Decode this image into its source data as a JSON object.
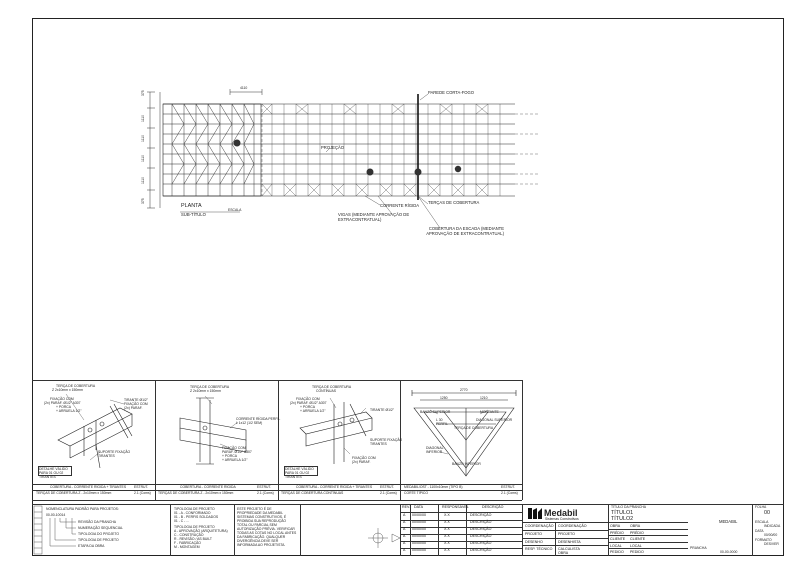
{
  "plan": {
    "dim_left": [
      "375",
      "1110",
      "1110",
      "1110",
      "1110",
      "375"
    ],
    "dim_top": "4110",
    "label_wall": "PAREDE CORTA-FOGO",
    "label_skylight": "PROJEÇÃO",
    "label_rigid_brace": "CORRENTE RÍGIDA",
    "label_purlins": "TERÇAS DE COBERTURA",
    "label_beams": "VIGAS (MEDIANTE APROVAÇÃO DE EXTRACONTRATUAL)",
    "label_roof": "COBERTURA DA ESCADA (MEDIANTE APROVAÇÃO DE EXTRACONTRATUAL)",
    "title": "PLANTA",
    "subtitle": "SUB-TÍTULO",
    "scale": "ESCALA"
  },
  "details": [
    {
      "callouts": [
        "TERÇA DE COBERTURA",
        "Z 2x10mm x 150mm",
        "FIXAÇÃO COM",
        "(2x) PARAF. Ø1/2\" A307",
        "+ PORCA",
        "+ ARRUELA 1/2\"",
        "TIRANTE Ø1/2\"",
        "FIXAÇÃO COM",
        "(2x) PARAF.",
        "SUPORTE FIXAÇÃO",
        "TIRANTES"
      ],
      "note": "DETALHE VÁLIDO PARA 01 OU 02 TIRANTES",
      "caption": "COBERTURA - CORRENTE RÍGIDA + TIRANTES",
      "caption2": "TERÇAS DE COBERTURA Z - 2x10mm x 150mm",
      "ref": "ESTRUT.",
      "ref2": "2.1 (Coms)"
    },
    {
      "callouts": [
        "TERÇA DE COBERTURA",
        "Z 2x10mm x 150mm",
        "CORRENTE RÍGIDA PERFIL",
        "L 1x12 (1/2 SEM)",
        "FIXAÇÃO COM",
        "PARAF. Ø1/2\" A307",
        "+ PORCA",
        "+ ARRUELA 1/2\""
      ],
      "note": "",
      "caption": "COBERTURA - CORRENTE RÍGIDA",
      "caption2": "TERÇAS DE COBERTURA Z - 2x10mm x 150mm",
      "ref": "ESTRUT.",
      "ref2": "2.1 (Coms)"
    },
    {
      "callouts": [
        "TERÇA DE COBERTURA",
        "CONTÍNUAS",
        "FIXAÇÃO COM",
        "(2x) PARAF. Ø1/2\" A307",
        "+ PORCA",
        "+ ARRUELA 1/2\"",
        "TIRANTE Ø1/2\"",
        "SUPORTE FIXAÇÃO",
        "TIRANTES",
        "FIXAÇÃO COM",
        "(2x) PARAF."
      ],
      "note": "DETALHE VÁLIDO PARA 01 OU 02 TIRANTES",
      "caption": "COBERTURA - CORRENTE RÍGIDA + TIRANTES",
      "caption2": "TERÇAS DE COBERTURA CONTÍNUAS",
      "ref": "ESTRUT.",
      "ref2": "2.1 (Coms)"
    },
    {
      "callouts": [
        "2770",
        "1250",
        "1210",
        "MONTANTE",
        "BANZO SUPERIOR",
        "DIAGONAL SUPERIOR",
        "L 30",
        "PERFIL",
        "TERÇA DE COBERTURA",
        "DIAGONAL",
        "INFERIOR",
        "BANZO INFERIOR"
      ],
      "note": "",
      "caption": "MEDABIL/OST - 1100x10mm (TIPO B)",
      "caption2": "CORTE TÍPICO",
      "ref": "ESTRUT.",
      "ref2": "2.1 (Coms)"
    }
  ],
  "nomenclature": {
    "title": "NOMENCLATURA PADRÃO PARA PROJETOS:",
    "code": "00-00-10014",
    "items": [
      "REVISÃO DA PRANCHA",
      "NUMERAÇÃO SEQUENCIAL",
      "TIPOLOGIA DO PROJETO",
      "TIPOLOGIA DE PROJETO",
      "ETAPA DA OBRA"
    ]
  },
  "typology": {
    "title1": "TIPOLOGIA DE PROJETO",
    "list1": [
      "01 - A - CONFORMADO",
      "01 - B - PERFIS SOLDADOS",
      "01 - C - ..."
    ],
    "title2": "TIPOLOGIA DE PROJETO",
    "list2": [
      "A - APROVAÇÃO (ARQUITETURA)",
      "C - CONSTRUÇÃO",
      "R - REVISÃO / AS BUILT",
      "F - FABRICAÇÃO",
      "M - MONTAGEM"
    ]
  },
  "notes": "ESTE PROJETO É DE PROPRIEDADE DA MEDABIL SISTEMAS CONSTRUTIVOS. É PROIBIDA SUA REPRODUÇÃO TOTAL OU PARCIAL SEM AUTORIZAÇÃO PRÉVIA. VERIFICAR TODAS AS COTAS NO LOCAL ANTES DA FABRICAÇÃO. QUALQUER DIVERGÊNCIA DEVE SER INFORMADA AO PROJETISTA.",
  "revisions": {
    "headers": [
      "REV.",
      "DATA",
      "RESPONSÁVEL",
      "DESCRIÇÃO"
    ],
    "rows": [
      [
        "A",
        "00/00/00",
        "X.X",
        "DESCRIÇÃO"
      ],
      [
        "A",
        "00/00/00",
        "X.X",
        "DESCRIÇÃO"
      ],
      [
        "A",
        "00/00/00",
        "X.X",
        "DESCRIÇÃO"
      ],
      [
        "A",
        "00/00/00",
        "X.X",
        "DESCRIÇÃO"
      ],
      [
        "A",
        "00/00/00",
        "X.X",
        "DESCRIÇÃO"
      ],
      [
        "A",
        "00/00/00",
        "X.X",
        "DESCRIÇÃO"
      ]
    ]
  },
  "roles": [
    [
      "COORDENAÇÃO",
      "COORDENAÇÃO"
    ],
    [
      "PROJETO",
      "PROJETO"
    ],
    [
      "DESENHO",
      "DESENHISTA"
    ],
    [
      "RESP. TÉCNICO",
      "CALCULISTA"
    ],
    [
      "",
      "OBRA"
    ]
  ],
  "brand": {
    "name": "Medabil",
    "tagline": "Sistemas Construtivos"
  },
  "titleblock": {
    "label_board": "TÍTULO DA PRANCHA",
    "title1": "TÍTULO1",
    "title2": "TÍTULO2",
    "label_sheet": "FOLHA",
    "sheet": "00",
    "fields": [
      [
        "OBRA",
        "OBRA"
      ],
      [
        "PRÉDIO",
        "PRÉDIO"
      ],
      [
        "CLIENTE",
        "CLIENTE"
      ],
      [
        "LOCAL",
        "LOCAL"
      ],
      [
        "PEDIDO",
        "PEDIDO"
      ]
    ],
    "company": "MEDABIL",
    "escala_label": "ESCALA",
    "escala": "INDICADA",
    "data_label": "DATA",
    "data": "00/00/00",
    "formato_label": "FORMATO",
    "formato": "DES/VER",
    "code_label": "PRANCHA",
    "code": "00-00-0000"
  }
}
